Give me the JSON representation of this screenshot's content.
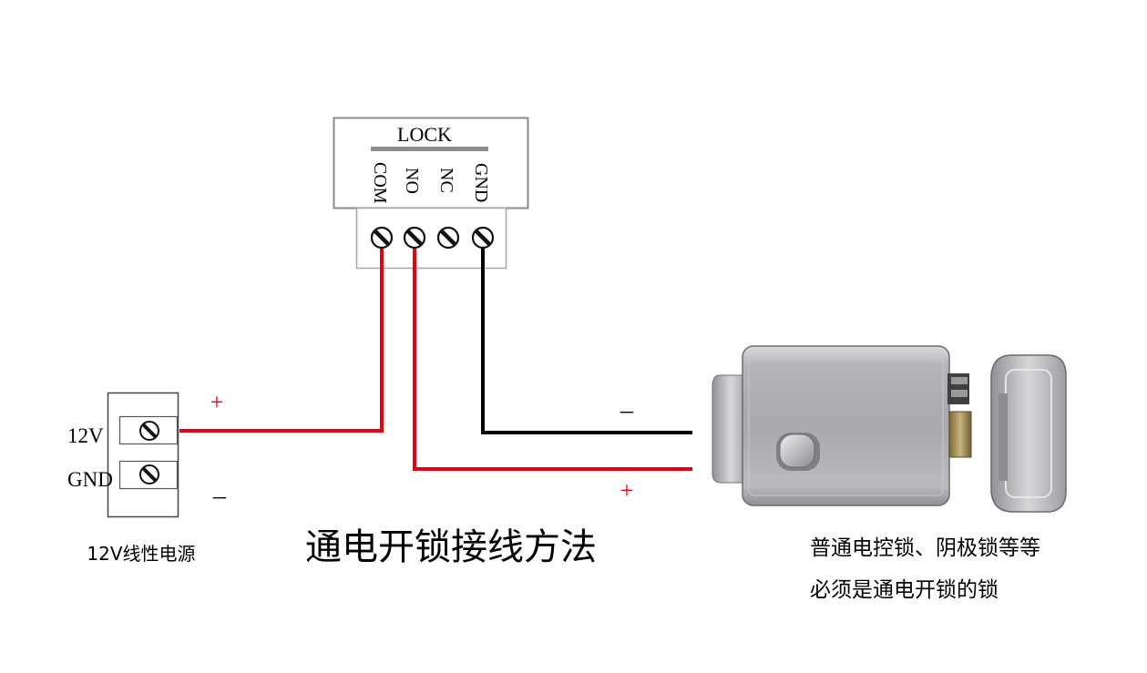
{
  "controller": {
    "title": "LOCK",
    "terminals": [
      "COM",
      "NO",
      "NC",
      "GND"
    ]
  },
  "power_supply": {
    "label_12v": "12V",
    "label_gnd": "GND",
    "caption": "12V线性电源",
    "plus_sign": "+",
    "minus_sign": "－"
  },
  "lock_wires": {
    "minus_sign": "－",
    "plus_sign": "+"
  },
  "main_title": "通电开锁接线方法",
  "lock_caption": {
    "line1": "普通电控锁、阴极锁等等",
    "line2": "必须是通电开锁的锁"
  },
  "colors": {
    "positive_wire": "#e60012",
    "negative_wire": "#000000",
    "box_border": "#8c8c8c"
  }
}
